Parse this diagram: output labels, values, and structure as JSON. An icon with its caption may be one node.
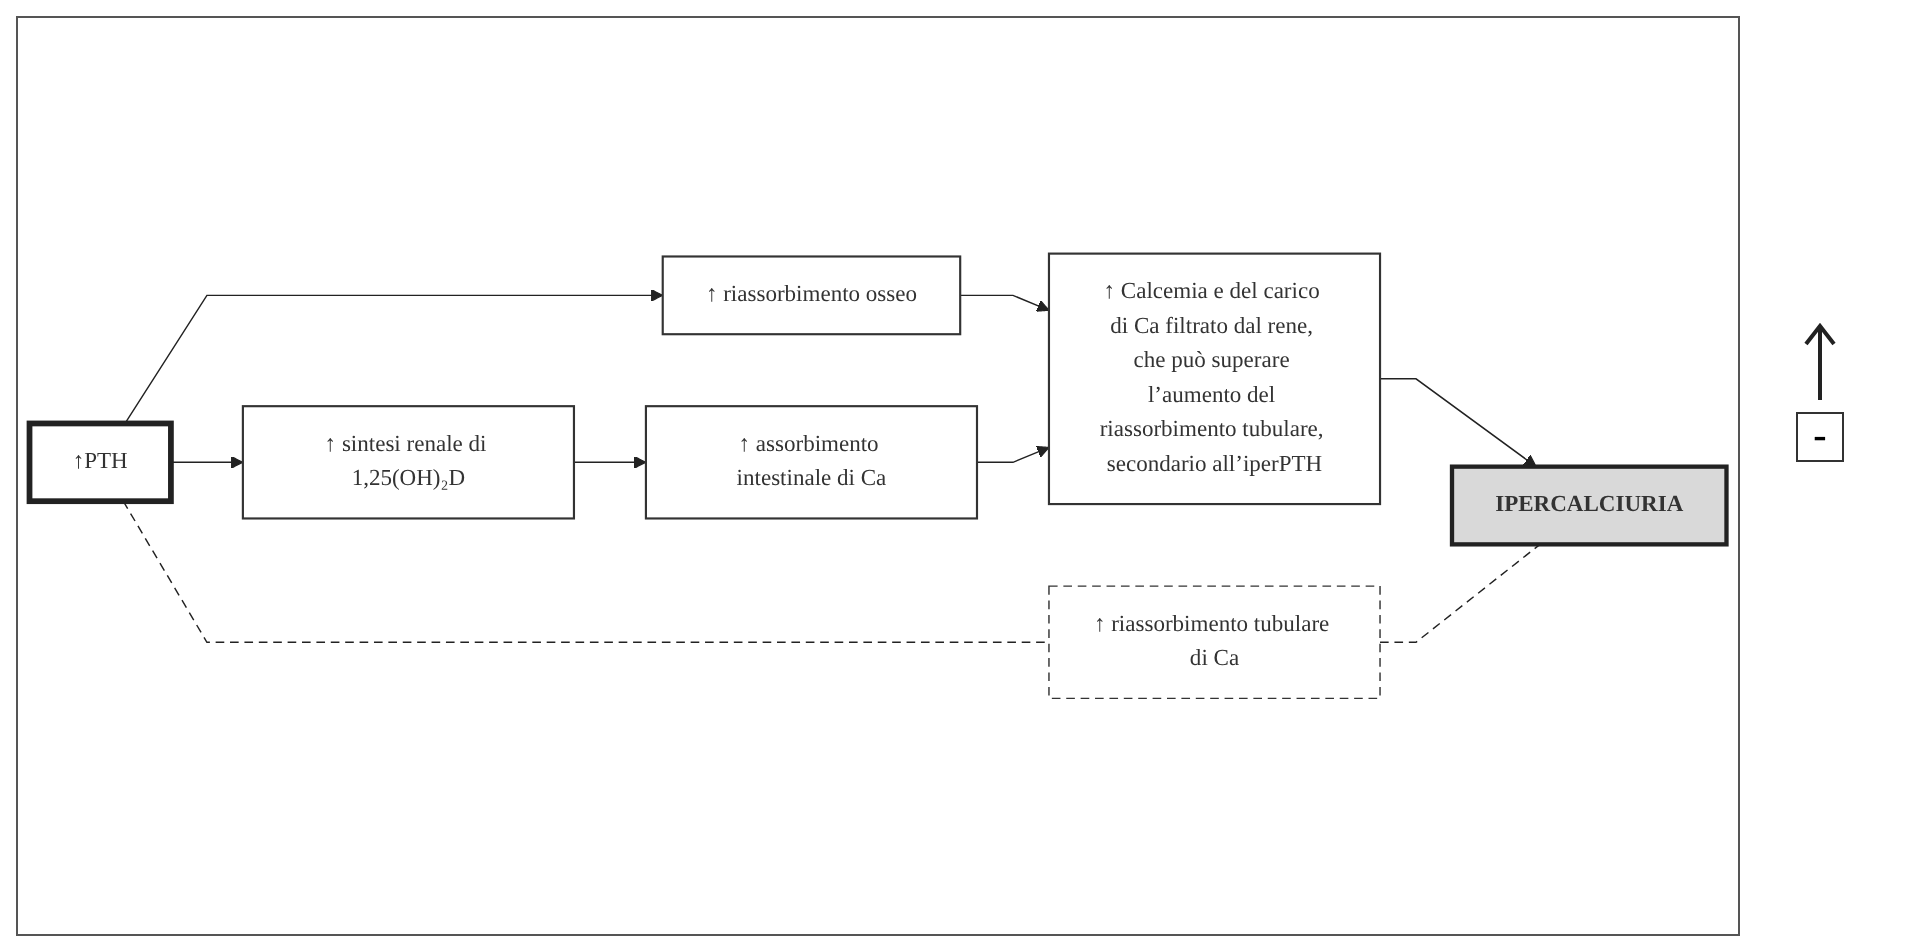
{
  "diagram": {
    "nodes": [
      {
        "text": [
          "↑PTH"
        ]
      },
      {
        "text": [
          "↑ riassorbimento osseo"
        ]
      },
      {
        "text": [
          "↑ sintesi renale di 1,25(OH)₂D"
        ]
      },
      {
        "text": [
          "↑ assorbimento intestinale di Ca"
        ]
      },
      {
        "text": [
          "↑ Calcemia e del carico di Ca filtrato dal rene, che può superare l’aumento del riassorbimento tubulare, secondario all’iperPTH"
        ]
      },
      {
        "text": [
          "IPERCALCIURIA"
        ]
      },
      {
        "text": [
          "↑ riassorbimento tubulare di Ca"
        ]
      }
    ],
    "edges": [
      {
        "from": 0,
        "to": 1,
        "arrow": "to"
      },
      {
        "from": 0,
        "to": 2,
        "arrow": "to"
      },
      {
        "from": 2,
        "to": 3,
        "arrow": "to"
      },
      {
        "from": 1,
        "to": 4,
        "arrow": "to"
      },
      {
        "from": 3,
        "to": 4,
        "arrow": "to"
      },
      {
        "from": 4,
        "to": 5,
        "arrow": "to"
      },
      {
        "from": 0,
        "to": 6,
        "arrow": "none",
        "style": "dashed"
      },
      {
        "from": 6,
        "to": 5,
        "arrow": "none",
        "style": "dashed"
      }
    ],
    "labels": [
      "-"
    ]
  }
}
